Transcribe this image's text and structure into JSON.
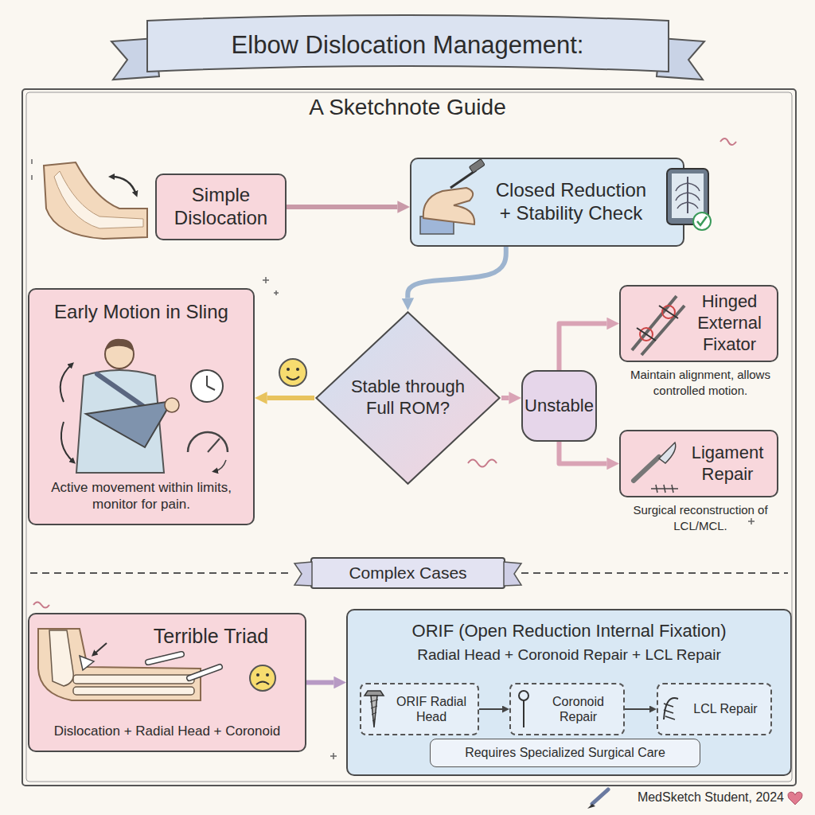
{
  "diagram": {
    "title": "Elbow Dislocation Management:",
    "nodes": [
      {
        "text": [
          "Simple Dislocation"
        ]
      },
      {
        "text": [
          "Closed Reduction + Stability Check"
        ]
      },
      {
        "text": [
          "Early Motion in Sling",
          "Active movement within limits, monitor for pain."
        ]
      },
      {
        "text": [
          "Stable through Full ROM?"
        ]
      },
      {
        "text": [
          "Unstable"
        ]
      },
      {
        "text": [
          "Hinged External Fixator",
          "Maintain alignment, allows controlled motion."
        ]
      },
      {
        "text": [
          "Ligament Repair",
          "Surgical reconstruction of LCL/MCL."
        ]
      },
      {
        "text": [
          "Complex Cases"
        ]
      },
      {
        "text": [
          "Terrible Triad",
          "Dislocation + Radial Head + Coronoid"
        ]
      },
      {
        "text": [
          "ORIF (Open Reduction Internal Fixation)",
          "Radial Head + Coronoid Repair + LCL Repair"
        ]
      },
      {
        "text": [
          "ORIF Radial Head"
        ],
        "in": 9
      },
      {
        "text": [
          "Coronoid Repair"
        ],
        "in": 9
      },
      {
        "text": [
          "LCL Repair"
        ],
        "in": 9
      },
      {
        "text": [
          "Requires Specialized Surgical Care"
        ],
        "in": 9
      }
    ],
    "edges": [
      {
        "from": 0,
        "to": 1,
        "arrow": "to"
      },
      {
        "from": 1,
        "to": 3,
        "arrow": "to"
      },
      {
        "from": 3,
        "to": 2,
        "arrow": "to"
      },
      {
        "from": 3,
        "to": 4,
        "arrow": "to"
      },
      {
        "from": 4,
        "to": 5,
        "arrow": "to"
      },
      {
        "from": 4,
        "to": 6,
        "arrow": "to"
      },
      {
        "from": 8,
        "to": 9,
        "arrow": "to"
      },
      {
        "from": 10,
        "to": 11,
        "arrow": "to"
      },
      {
        "from": 11,
        "to": 12,
        "arrow": "to"
      }
    ],
    "labels": [
      "A Sketchnote Guide",
      "MedSketch Student, 2024"
    ]
  }
}
